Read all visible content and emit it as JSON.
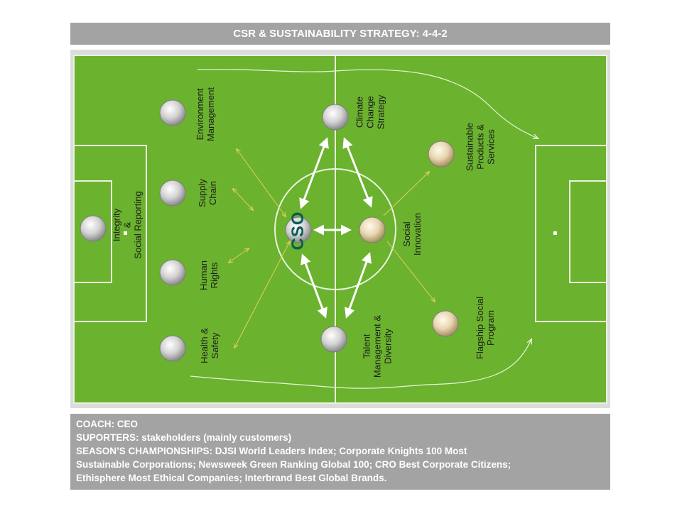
{
  "title": "CSR & SUSTAINABILITY STRATEGY: 4-4-2",
  "center": "CSO",
  "players": {
    "integrity": "Integrity\n&\nSocial Reporting",
    "environment": "Environment\nManagement",
    "supply_chain": "Supply\nChain",
    "human_rights": "Human\nRights",
    "health_safety": "Health &\nSafety",
    "climate": "Climate\nChange\nStrategy",
    "social_innovation": "Social\nInnovation",
    "talent": "Talent\nManagement &\nDiversity",
    "sustainable_products": "Sustainable\nProducts &\nServices",
    "flagship": "Flagship Social\nProgram"
  },
  "footer": {
    "coach": "COACH: CEO",
    "supporters": "SUPORTERS: stakeholders (mainly customers)",
    "championships_1": "SEASON’S CHAMPIONSHIPS: DJSI World Leaders Index; Corporate Knights 100 Most",
    "championships_2": "Sustainable Corporations; Newsweek Green Ranking Global 100;  CRO Best Corporate Citizens;",
    "championships_3": "Ethisphere Most Ethical Companies; Interbrand Best Global Brands."
  },
  "colors": {
    "pitch": "#6bb22e",
    "bars": "#a3a3a3",
    "cso_text": "#0c5c52",
    "thin_arrows": "#e3d05a"
  }
}
